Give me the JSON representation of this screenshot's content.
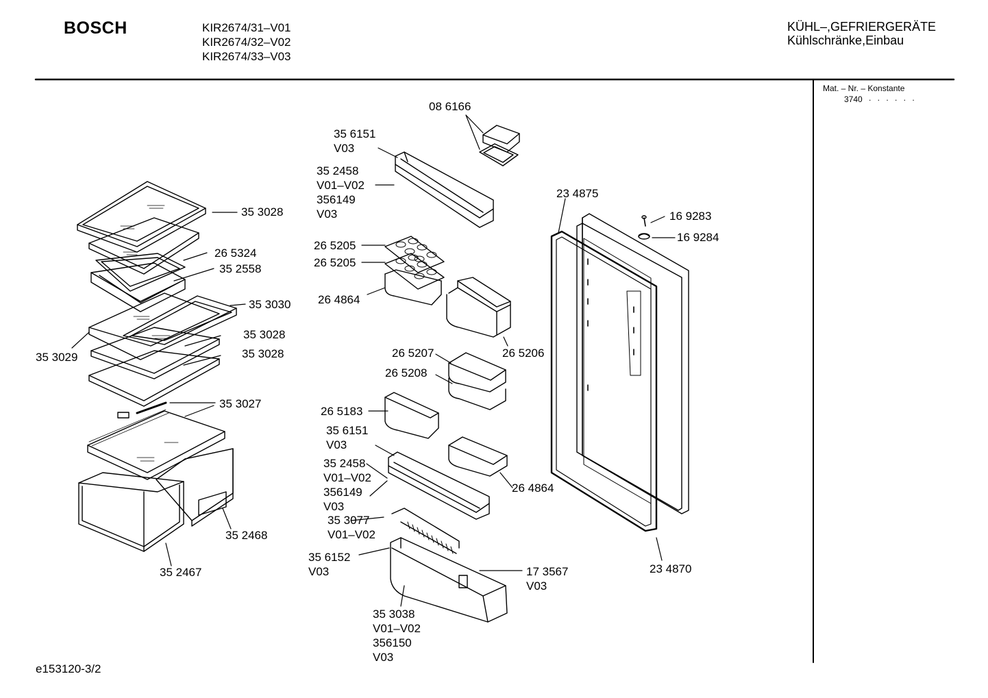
{
  "header": {
    "brand": "BOSCH",
    "models": [
      "KIR2674/31–V01",
      "KIR2674/32–V02",
      "KIR2674/33–V03"
    ],
    "category_line1": "KÜHL–,GEFRIERGERÄTE",
    "category_line2": "Kühlschränke,Einbau"
  },
  "side_panel": {
    "mat_label": "Mat. – Nr. – Konstante",
    "mat_value": "3740",
    "mat_dots": ". . . . . ."
  },
  "footer": {
    "doc_id": "e153120-3/2"
  },
  "parts": [
    {
      "id": "p1",
      "lines": [
        "08 6166"
      ]
    },
    {
      "id": "p2",
      "lines": [
        "35 6151",
        "V03"
      ]
    },
    {
      "id": "p3",
      "lines": [
        "35 2458",
        "V01–V02",
        "356149",
        "V03"
      ]
    },
    {
      "id": "p4",
      "lines": [
        "35 3028"
      ]
    },
    {
      "id": "p5",
      "lines": [
        "26 5324"
      ]
    },
    {
      "id": "p6",
      "lines": [
        "35 2558"
      ]
    },
    {
      "id": "p7",
      "lines": [
        "26 5205"
      ]
    },
    {
      "id": "p8",
      "lines": [
        "26 5205"
      ]
    },
    {
      "id": "p9",
      "lines": [
        "26 4864"
      ]
    },
    {
      "id": "p10",
      "lines": [
        "35 3030"
      ]
    },
    {
      "id": "p11",
      "lines": [
        "35 3028"
      ]
    },
    {
      "id": "p12",
      "lines": [
        "35 3028"
      ]
    },
    {
      "id": "p13",
      "lines": [
        "35 3029"
      ]
    },
    {
      "id": "p14",
      "lines": [
        "26 5207"
      ]
    },
    {
      "id": "p15",
      "lines": [
        "26 5208"
      ]
    },
    {
      "id": "p16",
      "lines": [
        "26 5206"
      ]
    },
    {
      "id": "p17",
      "lines": [
        "35 3027"
      ]
    },
    {
      "id": "p18",
      "lines": [
        "26 5183"
      ]
    },
    {
      "id": "p19",
      "lines": [
        "35 6151",
        "V03"
      ]
    },
    {
      "id": "p20",
      "lines": [
        "35 2458",
        "V01–V02",
        "356149",
        "V03"
      ]
    },
    {
      "id": "p21",
      "lines": [
        "26 4864"
      ]
    },
    {
      "id": "p22",
      "lines": [
        "35 3077",
        "V01–V02"
      ]
    },
    {
      "id": "p23",
      "lines": [
        "35 2468"
      ]
    },
    {
      "id": "p24",
      "lines": [
        "35 6152",
        "V03"
      ]
    },
    {
      "id": "p25",
      "lines": [
        "17 3567",
        "V03"
      ]
    },
    {
      "id": "p26",
      "lines": [
        "35 2467"
      ]
    },
    {
      "id": "p27",
      "lines": [
        "35 3038",
        "V01–V02",
        "356150",
        "V03"
      ]
    },
    {
      "id": "p28",
      "lines": [
        "23 4875"
      ]
    },
    {
      "id": "p29",
      "lines": [
        "16 9283"
      ]
    },
    {
      "id": "p30",
      "lines": [
        "16 9284"
      ]
    },
    {
      "id": "p31",
      "lines": [
        "23 4870"
      ]
    }
  ]
}
